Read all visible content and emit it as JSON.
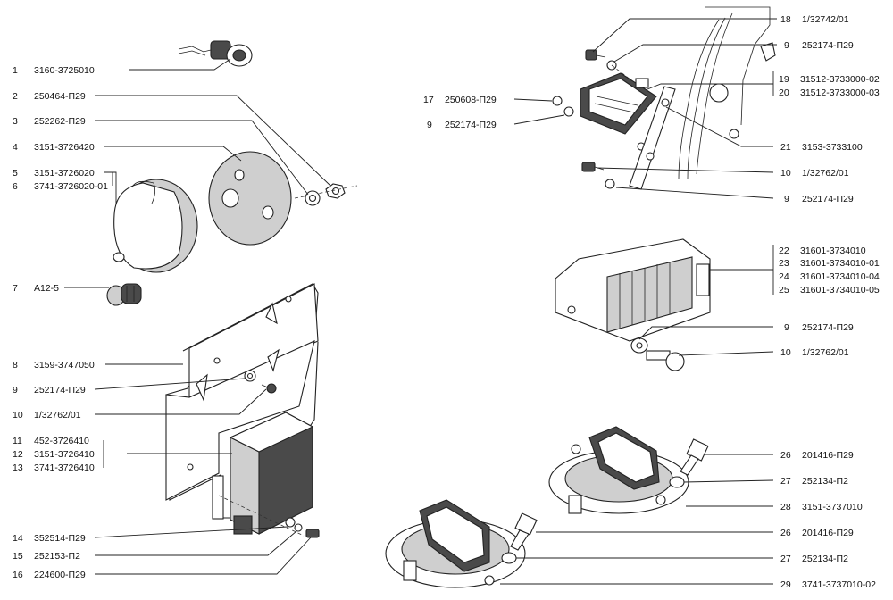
{
  "callouts": [
    {
      "num": "1",
      "code": "3160-3725010"
    },
    {
      "num": "2",
      "code": "250464-П29"
    },
    {
      "num": "3",
      "code": "252262-П29"
    },
    {
      "num": "4",
      "code": "3151-3726420"
    },
    {
      "num": "5",
      "code": "3151-3726020"
    },
    {
      "num": "6",
      "code": "3741-3726020-01"
    },
    {
      "num": "7",
      "code": "А12-5"
    },
    {
      "num": "8",
      "code": "3159-3747050"
    },
    {
      "num": "9",
      "code": "252174-П29"
    },
    {
      "num": "10",
      "code": "1/32762/01"
    },
    {
      "num": "11",
      "code": "452-3726410"
    },
    {
      "num": "12",
      "code": "3151-3726410"
    },
    {
      "num": "13",
      "code": "3741-3726410"
    },
    {
      "num": "14",
      "code": "352514-П29"
    },
    {
      "num": "15",
      "code": "252153-П2"
    },
    {
      "num": "16",
      "code": "224600-П29"
    },
    {
      "num": "17",
      "code": "250608-П29"
    },
    {
      "num": "9",
      "code": "252174-П29"
    },
    {
      "num": "18",
      "code": "1/32742/01"
    },
    {
      "num": "9",
      "code": "252174-П29"
    },
    {
      "num": "19",
      "code": "31512-3733000-02"
    },
    {
      "num": "20",
      "code": "31512-3733000-03"
    },
    {
      "num": "21",
      "code": "3153-3733100"
    },
    {
      "num": "10",
      "code": "1/32762/01"
    },
    {
      "num": "9",
      "code": "252174-П29"
    },
    {
      "num": "22",
      "code": "31601-3734010"
    },
    {
      "num": "23",
      "code": "31601-3734010-01"
    },
    {
      "num": "24",
      "code": "31601-3734010-04"
    },
    {
      "num": "25",
      "code": "31601-3734010-05"
    },
    {
      "num": "9",
      "code": "252174-П29"
    },
    {
      "num": "10",
      "code": "1/32762/01"
    },
    {
      "num": "26",
      "code": "201416-П29"
    },
    {
      "num": "27",
      "code": "252134-П2"
    },
    {
      "num": "28",
      "code": "3151-3737010"
    },
    {
      "num": "26",
      "code": "201416-П29"
    },
    {
      "num": "27",
      "code": "252134-П2"
    },
    {
      "num": "29",
      "code": "3741-3737010-02"
    }
  ]
}
